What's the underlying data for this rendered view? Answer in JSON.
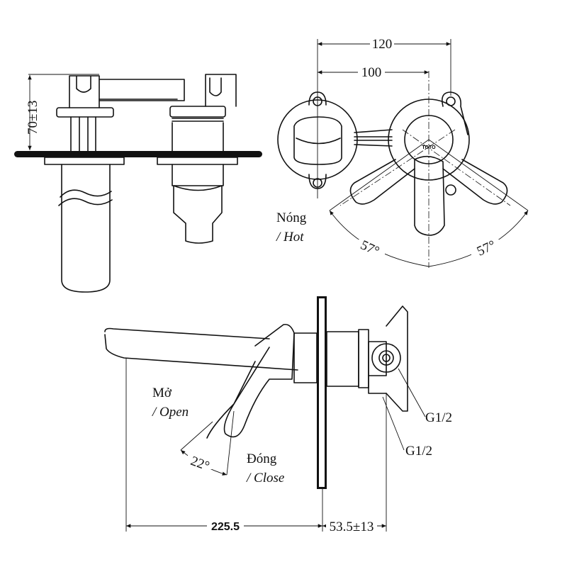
{
  "logo": "TOTO",
  "front_view": {
    "height_dim": "70±13"
  },
  "top_view": {
    "dim_outer": "120",
    "dim_inner": "100",
    "hot_label": "Nóng",
    "hot_label_en": "/ Hot",
    "angle_left": "57°",
    "angle_right": "57°"
  },
  "side_view": {
    "open_label": "Mở",
    "open_label_en": "/ Open",
    "close_label": "Đóng",
    "close_label_en": "/ Close",
    "open_angle": "22°",
    "thread_upper": "G1/2",
    "thread_lower": "G1/2",
    "spout_length": "225.5",
    "wall_depth": "53.5±13"
  }
}
